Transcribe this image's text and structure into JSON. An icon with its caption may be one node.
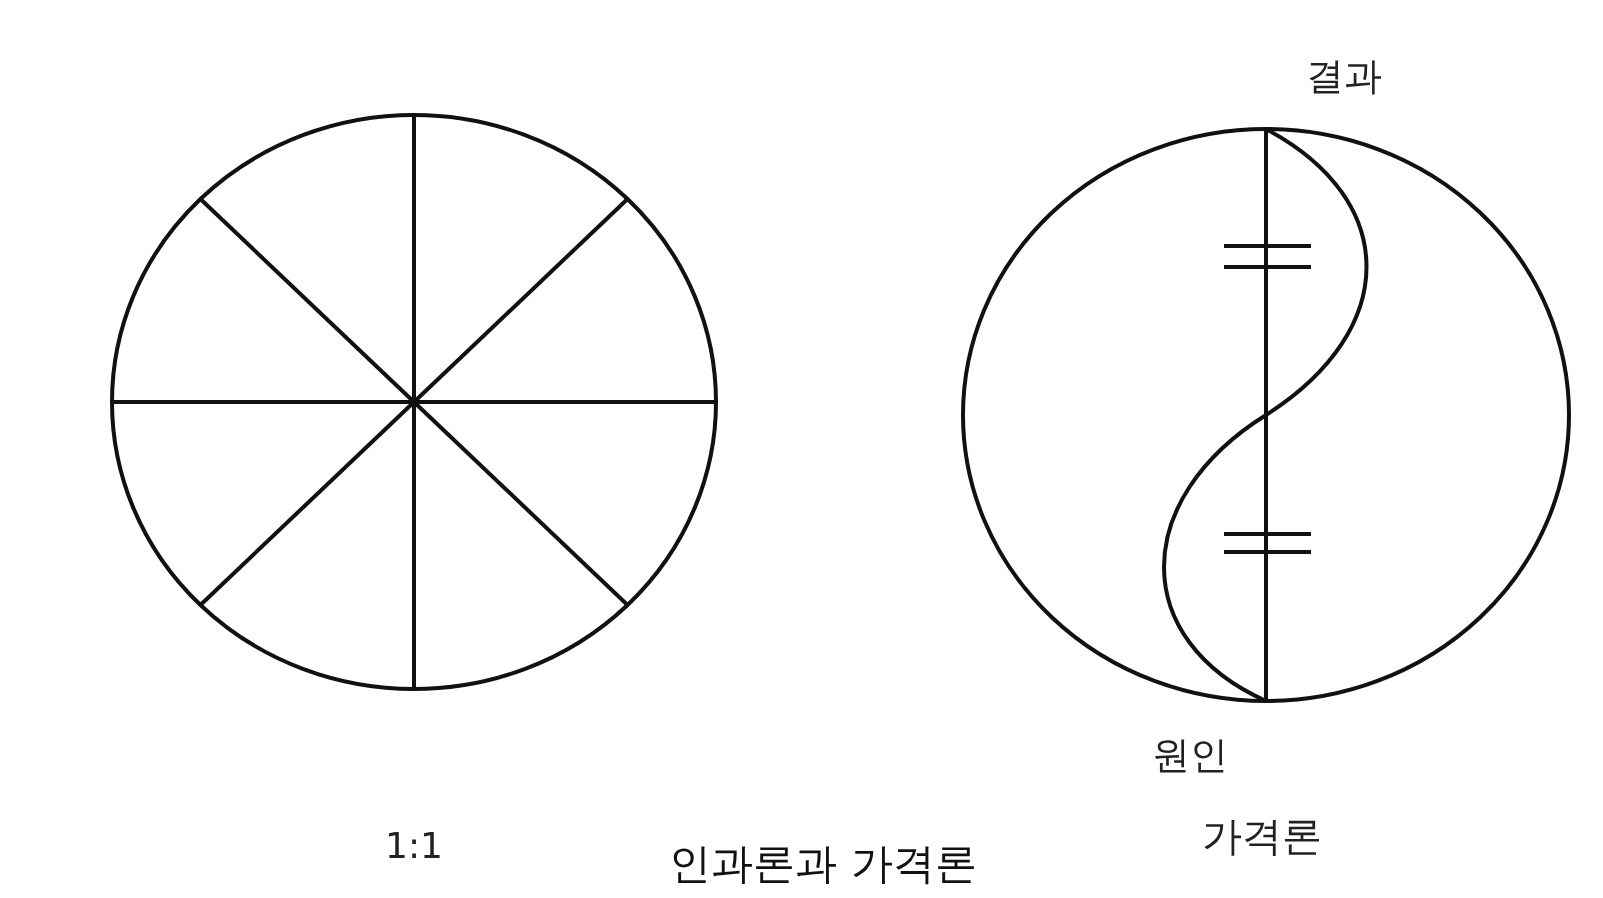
{
  "diagram": {
    "caption": "인과론과 가격론",
    "labels": [
      "결과",
      "원인",
      "1:1",
      "가격론"
    ]
  }
}
